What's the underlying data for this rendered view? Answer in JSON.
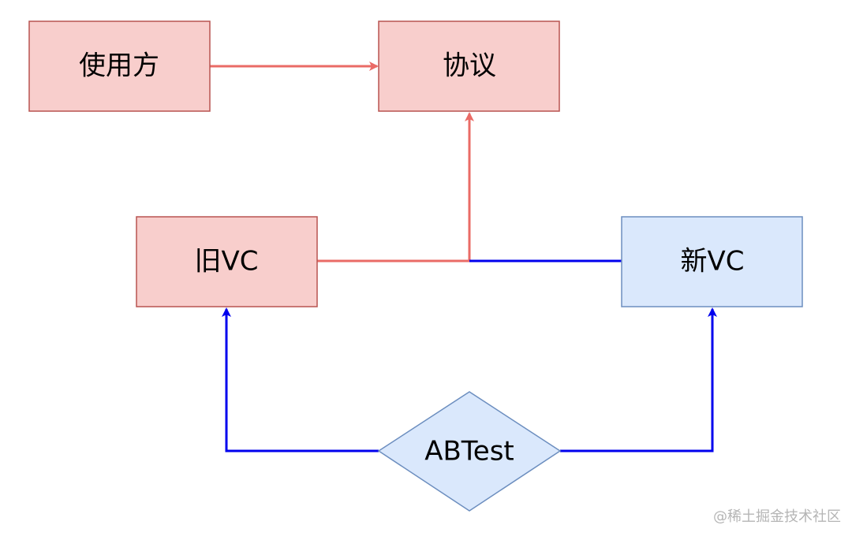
{
  "diagram": {
    "nodes": {
      "user": {
        "label": "使用方"
      },
      "protocol": {
        "label": "协议"
      },
      "old_vc": {
        "label": "旧VC"
      },
      "new_vc": {
        "label": "新VC"
      },
      "abtest": {
        "label": "ABTest"
      }
    }
  },
  "colors": {
    "red_fill": "#f8cecc",
    "red_stroke": "#b85450",
    "red_edge": "#ea6b66",
    "blue_fill": "#dae8fc",
    "blue_stroke": "#6c8ebf",
    "blue_edge": "#0000ee"
  },
  "watermark": "@稀土掘金技术社区"
}
